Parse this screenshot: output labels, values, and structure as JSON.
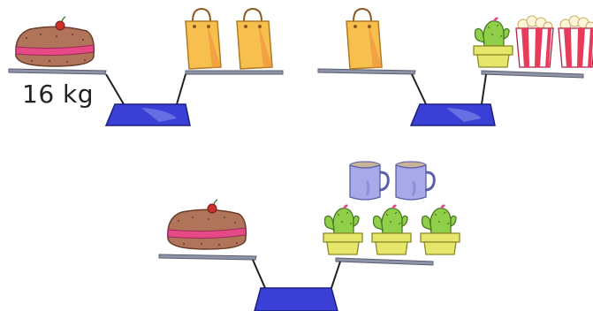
{
  "puzzle": {
    "known_weight_label": "16 kg"
  },
  "colors": {
    "base": "#3a3fd6",
    "base_shade": "#7b84e8",
    "plate": "#8e93a8",
    "cake_sponge": "#b0745a",
    "cake_cream": "#e64a86",
    "cherry": "#c8322b",
    "bag": "#f6bf4e",
    "cactus": "#8fcf4a",
    "pot": "#e6e66a",
    "popcorn_stripe": "#e83a5a",
    "mug": "#a7a9e9"
  },
  "scales": [
    {
      "id": "scale-1",
      "left_items": [
        "cake-icon"
      ],
      "right_items": [
        "shopping-bag-icon",
        "shopping-bag-icon"
      ]
    },
    {
      "id": "scale-2",
      "left_items": [
        "shopping-bag-icon"
      ],
      "right_items": [
        "cactus-pot-icon",
        "popcorn-box-icon",
        "popcorn-box-icon"
      ]
    },
    {
      "id": "scale-3",
      "left_items": [
        "cake-icon"
      ],
      "right_items": [
        "mug-icon",
        "mug-icon",
        "cactus-pot-icon",
        "cactus-pot-icon",
        "cactus-pot-icon"
      ]
    }
  ]
}
